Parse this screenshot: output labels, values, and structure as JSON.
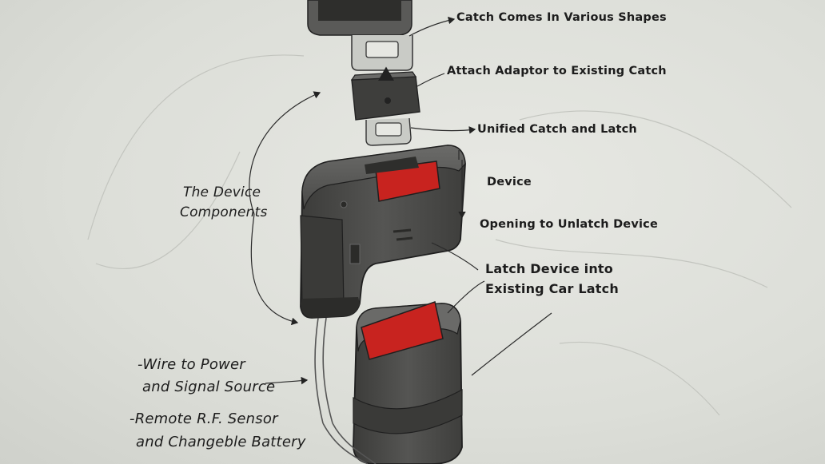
{
  "labels": {
    "catch_shapes": "Catch Comes In Various Shapes",
    "attach_adaptor": "Attach Adaptor to Existing Catch",
    "unified": "Unified Catch and Latch",
    "device": "Device",
    "opening": "Opening to Unlatch Device",
    "latch_line1": "Latch Device into",
    "latch_line2": "Existing Car Latch",
    "components_line1": "The Device",
    "components_line2": "Components",
    "wire_line1": "-Wire to Power",
    "wire_line2": "and Signal Source",
    "remote_line1": "-Remote R.F. Sensor",
    "remote_line2": "and Changeble Battery"
  },
  "colors": {
    "paper": "#dcded8",
    "device_body": "#4a4a48",
    "device_dark": "#333331",
    "button_red": "#c8231f",
    "ink": "#1c1c1c"
  }
}
